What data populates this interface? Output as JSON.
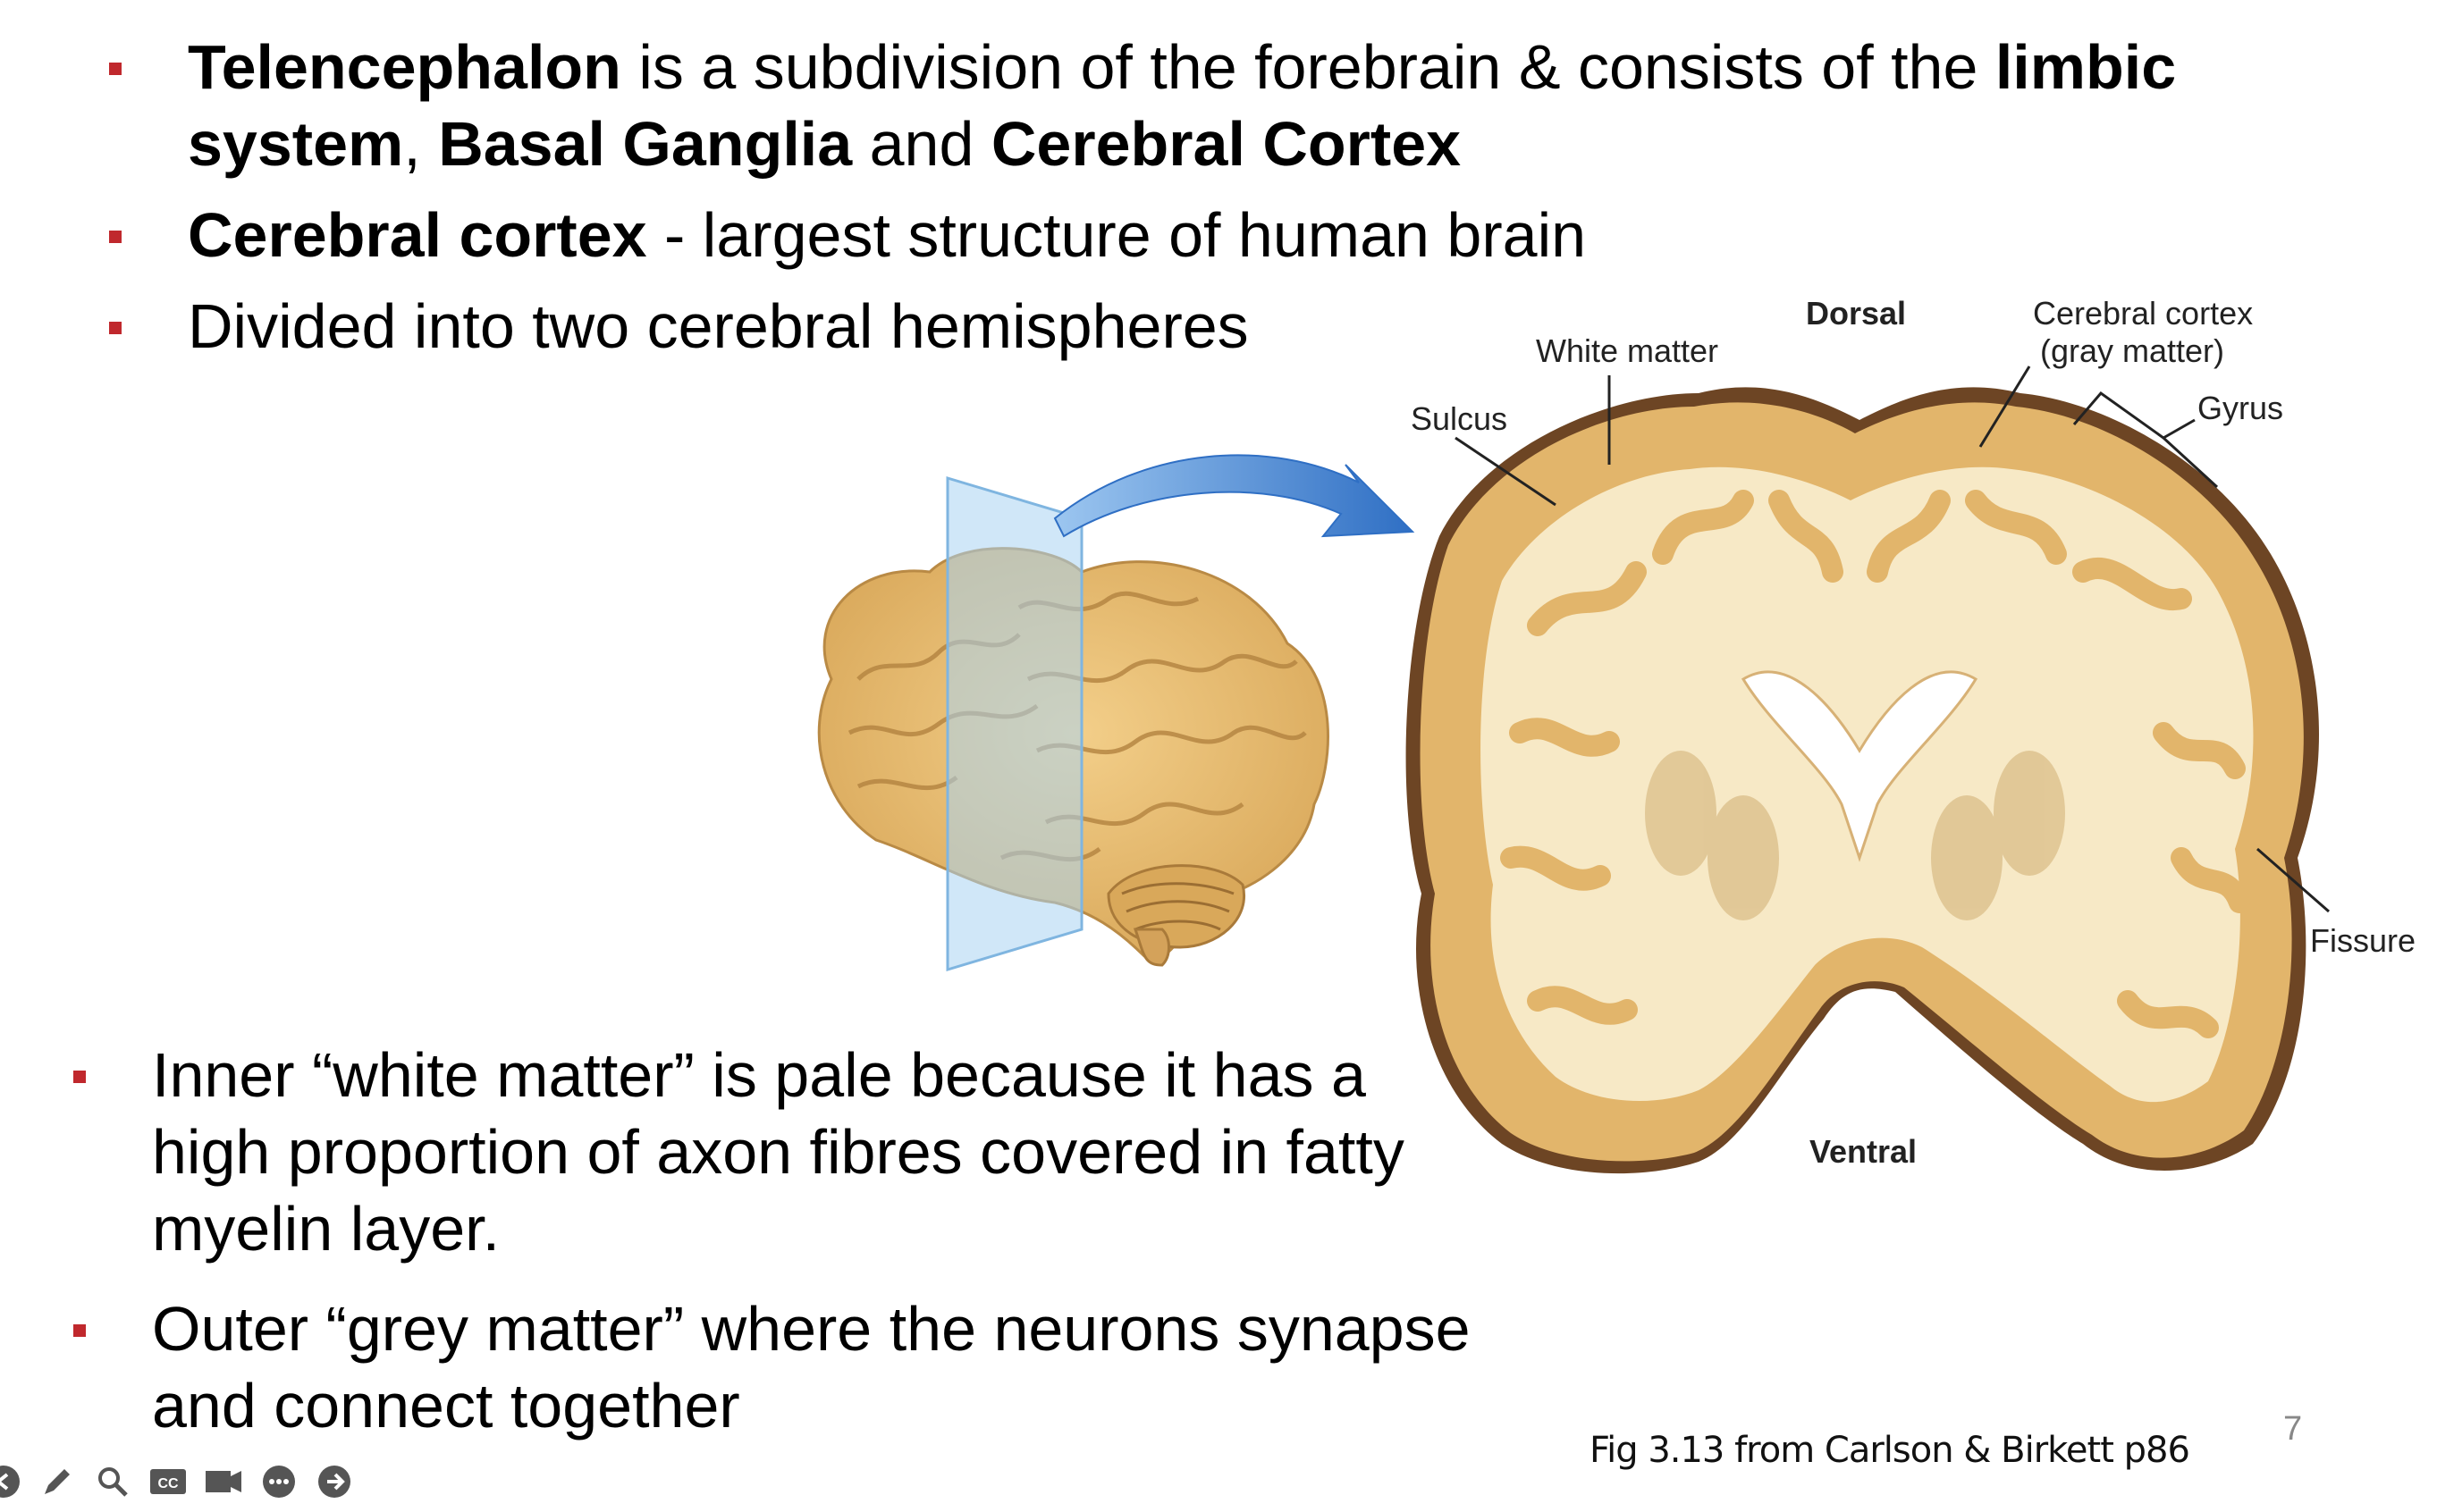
{
  "slide": {
    "bullets_top": [
      {
        "parts": [
          {
            "text": "Telencephalon",
            "bold": true
          },
          {
            "text": " is a subdivision of the forebrain & consists of the ",
            "bold": false
          },
          {
            "text": "limbic system",
            "bold": true
          },
          {
            "text": ", ",
            "bold": false
          },
          {
            "text": "Basal Ganglia",
            "bold": true
          },
          {
            "text": " and ",
            "bold": false
          },
          {
            "text": "Cerebral Cortex",
            "bold": true
          }
        ]
      },
      {
        "parts": [
          {
            "text": "Cerebral cortex",
            "bold": true
          },
          {
            "text": " - largest structure of human brain",
            "bold": false
          }
        ]
      },
      {
        "parts": [
          {
            "text": "Divided into two cerebral hemispheres",
            "bold": false
          }
        ]
      }
    ],
    "bullets_bottom": [
      {
        "parts": [
          {
            "text": "Inner “white matter” is pale because it has a high proportion of axon fibres covered in fatty myelin layer.",
            "bold": false
          }
        ]
      },
      {
        "parts": [
          {
            "text": "Outer “grey matter” where the neurons synapse and connect together",
            "bold": false
          }
        ]
      }
    ],
    "figure": {
      "labels": {
        "dorsal": "Dorsal",
        "ventral": "Ventral",
        "white_matter": "White matter",
        "cerebral_cortex": "Cerebral cortex",
        "gray_matter": "(gray matter)",
        "gyrus": "Gyrus",
        "sulcus": "Sulcus",
        "fissure": "Fissure"
      }
    },
    "caption": "Fig 3.13 from Carlson & Birkett p86",
    "page_number": "7"
  },
  "colors": {
    "bullet": "#c0282d",
    "gray_matter": "#e2b56b",
    "white_matter": "#f7e9c6",
    "fissure_dark": "#5a3a1e",
    "plane": "#a9d4f3",
    "arrow": "#2f6fc4"
  },
  "toolbar": {
    "icons": [
      "back-icon",
      "pen-icon",
      "search-icon",
      "captions-icon",
      "video-icon",
      "more-icon",
      "next-icon"
    ]
  }
}
